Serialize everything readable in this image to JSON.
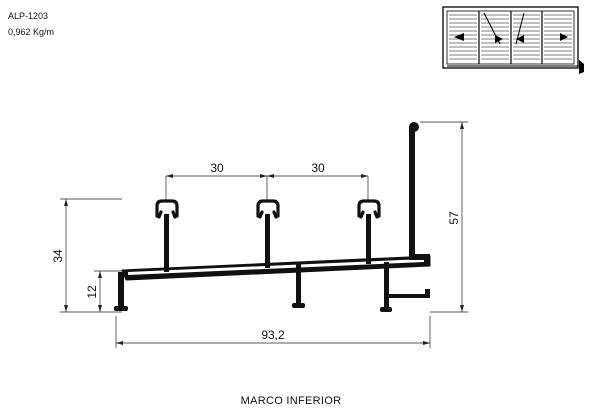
{
  "header": {
    "code": "ALP-1203",
    "weight": "0,962 Kg/m"
  },
  "dimensions": {
    "spacing_left": "30",
    "spacing_right": "30",
    "height_total": "57",
    "height_mid": "34",
    "height_low": "12",
    "width_total": "93,2"
  },
  "caption": "MARCO INFERIOR",
  "colors": {
    "profile": "#111111",
    "line": "#222222"
  }
}
